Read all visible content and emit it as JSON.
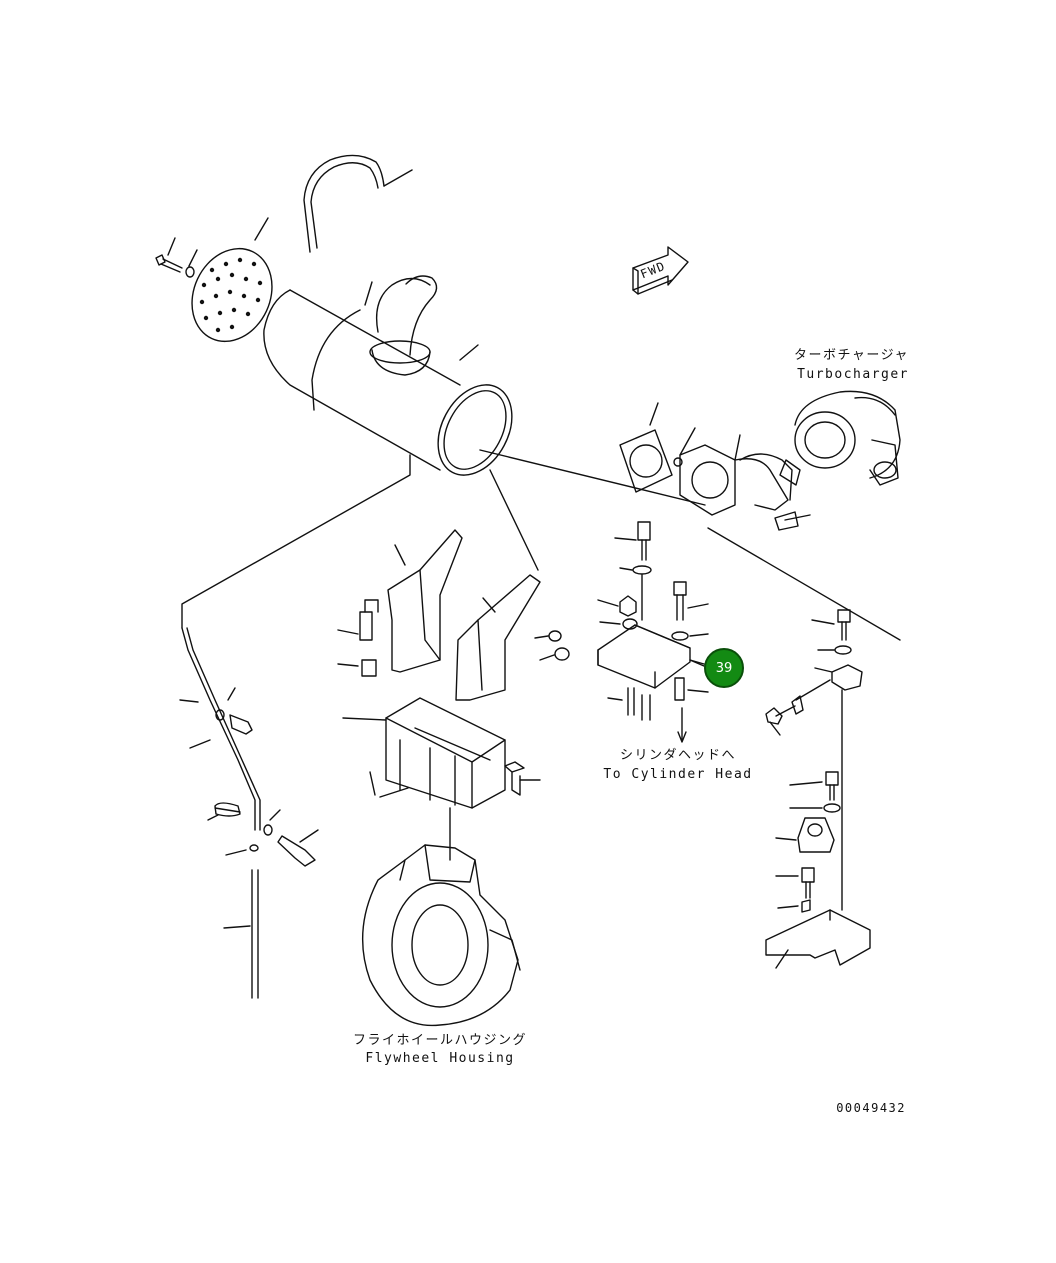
{
  "labels": {
    "turbocharger_jp": "ターボチャージャ",
    "turbocharger_en": "Turbocharger",
    "cylinder_head_jp": "シリンダヘッドへ",
    "cylinder_head_en": "To Cylinder Head",
    "flywheel_jp": "フライホイールハウジング",
    "flywheel_en": "Flywheel Housing",
    "fwd": "FWD",
    "drawing_number": "00049432"
  },
  "callouts": [
    {
      "number": "39",
      "color": "#138a13"
    }
  ],
  "colors": {
    "line": "#111111",
    "background": "#ffffff",
    "callout_fill": "#138a13"
  }
}
